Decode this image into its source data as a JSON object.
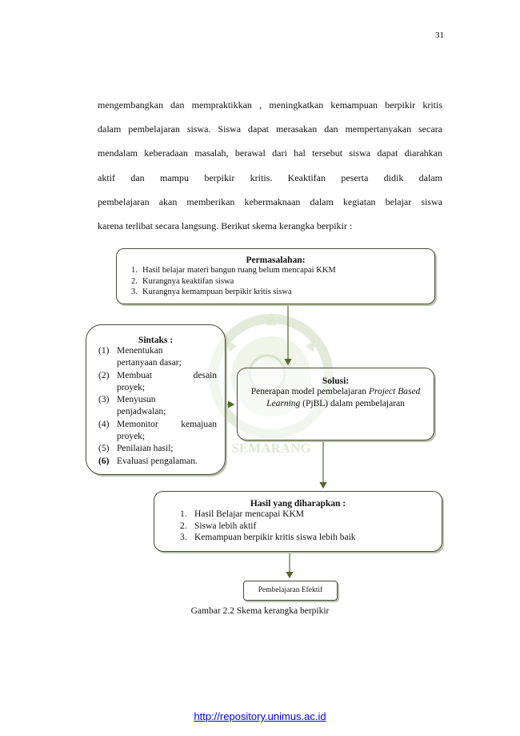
{
  "page": {
    "number": "31"
  },
  "paragraph": {
    "lines": [
      "mengembangkan dan mempraktikkan , meningkatkan kemampuan berpikir kritis",
      "dalam pembelajaran siswa. Siswa   dapat merasakan dan mempertanyakan secara",
      "mendalam keberadaan masalah, berawal dari hal tersebut siswa   dapat diarahkan",
      "aktif   dan   mampu   berpikir kritis.   Keaktifan peserta   didik        dalam",
      "pembelajaran  akan  memberikan  kebermaknaan  dalam kegiatan belajar siswa",
      "karena terlibat secara langsung.  Berikut skema kerangka berpikir :"
    ]
  },
  "diagram": {
    "problem": {
      "title": "Permasalahan:",
      "items": [
        {
          "num": "1.",
          "text": "Hasil belajar materi bangun ruang belum mencapai KKM"
        },
        {
          "num": "2.",
          "text": "Kurangnya keaktifan siswa"
        },
        {
          "num": "3.",
          "text": "Kurangnya kemampuan berpikir kritis siswa"
        }
      ]
    },
    "syntax": {
      "title": "Sintaks :",
      "items": [
        {
          "num": "(1)",
          "line1": "Menentukan",
          "line2": "pertanyaan dasar;"
        },
        {
          "num": "(2)",
          "line1": "Membuat            desain",
          "line2": "proyek;"
        },
        {
          "num": "(3)",
          "line1": "Menyusun",
          "line2": "penjadwalan;"
        },
        {
          "num": "(4)",
          "line1": "Memonitor  kemajuan",
          "line2": "proyek;"
        },
        {
          "num": "(5)",
          "line1": "Penilaian hasil;",
          "line2": ""
        },
        {
          "num": "(6)",
          "line1": "Evaluasi pengalaman.",
          "line2": ""
        }
      ]
    },
    "solution": {
      "title": "Solusi:",
      "text_before": "Penerapan model pembelajaran ",
      "italic": "Project Based Learning",
      "text_after": " (PjBL) dalam pembelajaran"
    },
    "expected": {
      "title": "Hasil yang diharapkan :",
      "items": [
        {
          "num": "1.",
          "text": "Hasil Belajar mencapai KKM"
        },
        {
          "num": "2.",
          "text": "Siswa lebih aktif"
        },
        {
          "num": "3.",
          "text": "Kemampuan berpikir kritis  siswa lebih baik"
        }
      ]
    },
    "effective": {
      "label": "Pembelajaran Efektif"
    },
    "caption": "Gambar 2.2 Skema kerangka berpikir"
  },
  "watermark": {
    "text": "SEMARANG"
  },
  "footer": {
    "link": "http://repository.unimus.ac.id"
  },
  "colors": {
    "arrow": "#4f6b2c",
    "watermark": "#d4dcc4",
    "link": "#0000ee"
  }
}
